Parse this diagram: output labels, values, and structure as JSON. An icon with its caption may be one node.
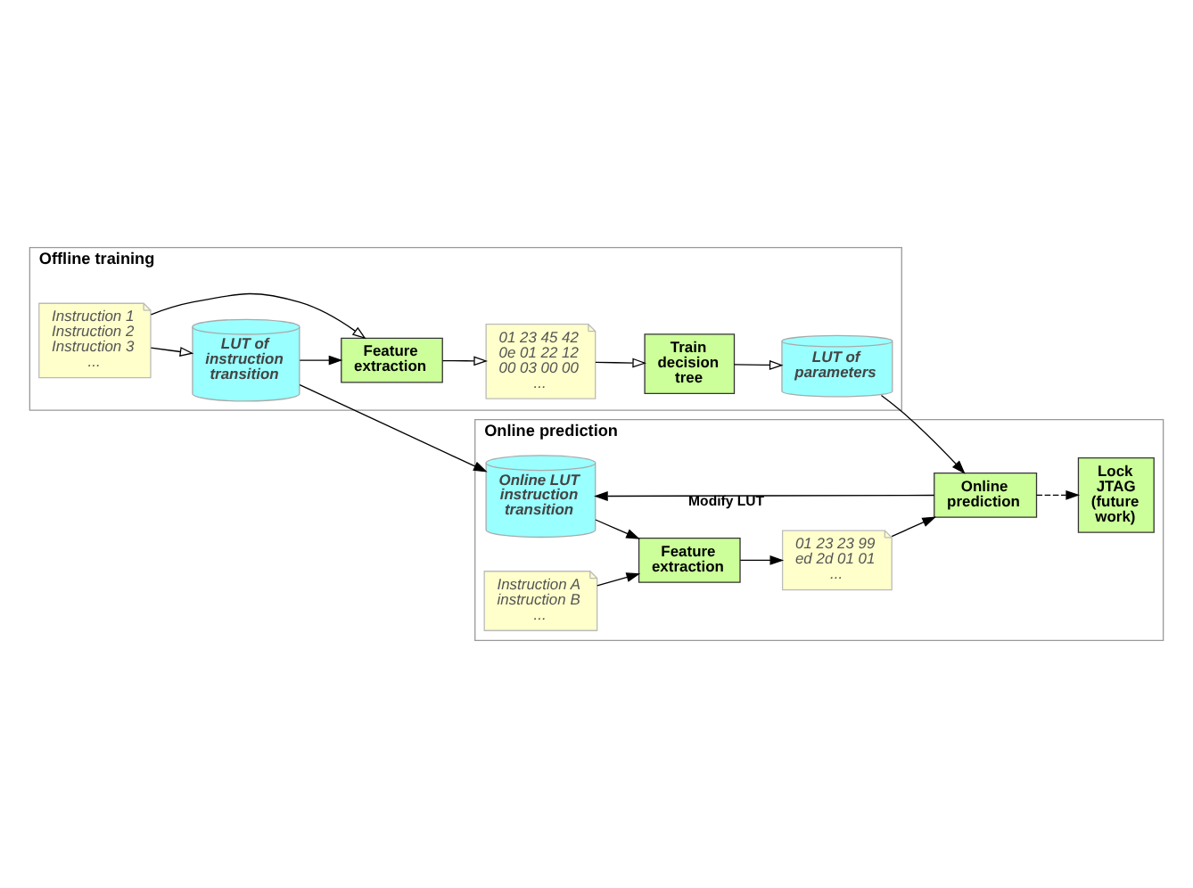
{
  "diagram": {
    "nodes": [
      {
        "text": [
          "Offline training"
        ]
      },
      {
        "text": [
          "Instruction 1 Instruction 2 Instruction 3 ..."
        ],
        "in": 0
      },
      {
        "text": [
          "Feature extraction"
        ],
        "in": 0
      },
      {
        "text": [
          "01 23 45 42 0e 01 22 12 00 03 00 00 ..."
        ],
        "in": 0
      },
      {
        "text": [
          "Train decision tree"
        ],
        "in": 0
      },
      {
        "text": [
          "LUT of instruction transition"
        ],
        "in": 0
      },
      {
        "text": [
          "LUT of parameters"
        ],
        "in": 0
      },
      {
        "text": [
          "Online prediction"
        ]
      },
      {
        "text": [
          "Online LUT instruction transition"
        ],
        "in": 7
      },
      {
        "text": [
          "Instruction A instruction B ..."
        ],
        "in": 7
      },
      {
        "text": [
          "Feature extraction"
        ],
        "in": 7
      },
      {
        "text": [
          "01 23 23 99 ed 2d 01 01 ..."
        ],
        "in": 7
      },
      {
        "text": [
          "Online prediction"
        ],
        "in": 7
      },
      {
        "text": [
          "Lock JTAG (future work)"
        ],
        "in": 7
      }
    ],
    "edges": [
      {
        "from": 1,
        "to": 2,
        "arrow": "to"
      },
      {
        "from": 2,
        "to": 3,
        "arrow": "to"
      },
      {
        "from": 3,
        "to": 4,
        "arrow": "to"
      },
      {
        "from": 1,
        "to": 5,
        "arrow": "to"
      },
      {
        "from": 5,
        "to": 2,
        "arrow": "to"
      },
      {
        "from": 4,
        "to": 6,
        "arrow": "to"
      },
      {
        "from": 5,
        "to": 8,
        "arrow": "to"
      },
      {
        "from": 6,
        "to": 12,
        "arrow": "to"
      },
      {
        "from": 12,
        "to": 8,
        "arrow": "to",
        "label": "Modify LUT"
      },
      {
        "from": 8,
        "to": 10,
        "arrow": "to"
      },
      {
        "from": 9,
        "to": 10,
        "arrow": "to"
      },
      {
        "from": 10,
        "to": 11,
        "arrow": "to"
      },
      {
        "from": 11,
        "to": 12,
        "arrow": "to"
      },
      {
        "from": 12,
        "to": 13,
        "arrow": "to",
        "style": "dashed"
      }
    ]
  }
}
